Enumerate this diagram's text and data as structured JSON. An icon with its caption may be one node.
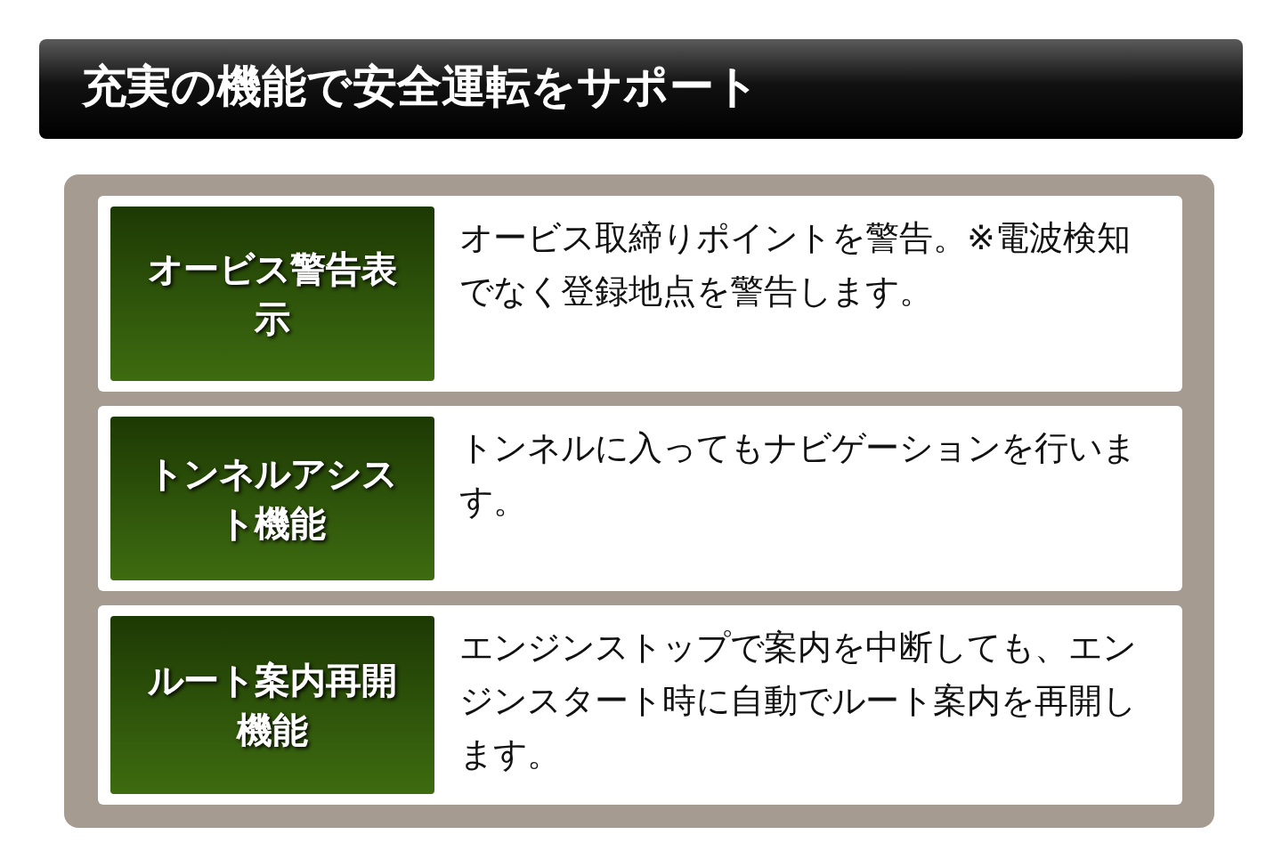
{
  "diagram": {
    "title": "充実の機能で安全運転をサポート",
    "nodes": [
      {
        "text": [
          "オービス取締りポイントを警告。※電波検知でなく登録地点を警告します。"
        ]
      },
      {
        "text": [
          "オービス警告表示"
        ],
        "in": 0
      },
      {
        "text": [
          "トンネルに入ってもナビゲーションを行います。"
        ]
      },
      {
        "text": [
          "トンネルアシスト機能"
        ],
        "in": 2
      },
      {
        "text": [
          "エンジンストップで案内を中断しても、エンジンスタート時に自動でルート案内を再開します。"
        ]
      },
      {
        "text": [
          "ルート案内再開機能"
        ],
        "in": 4
      }
    ]
  }
}
